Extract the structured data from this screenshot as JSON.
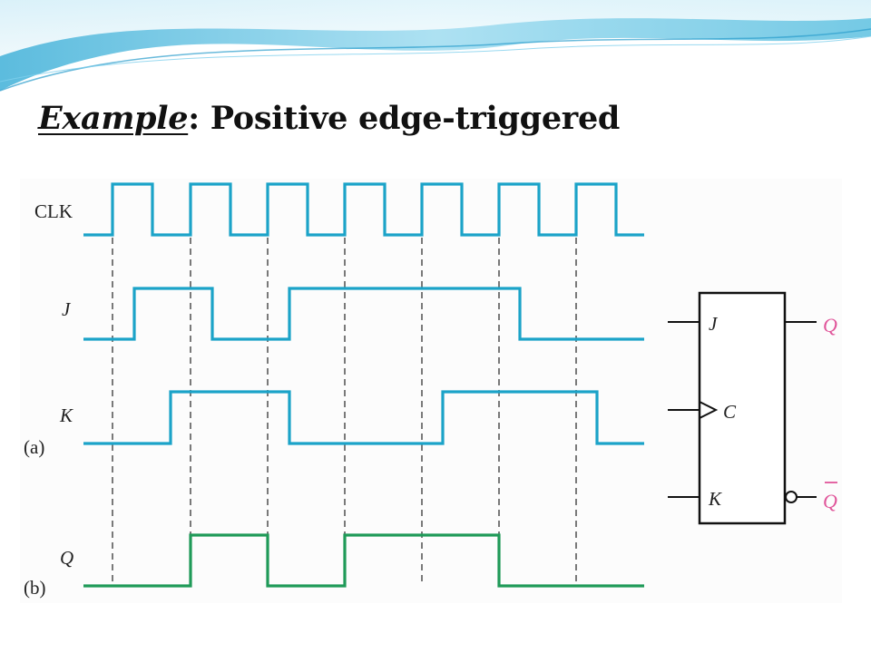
{
  "slide": {
    "title_emphasis": "Example",
    "title_rest": ": Positive edge-triggered"
  },
  "colors": {
    "input_wave": "#1ba3c8",
    "output_wave": "#1f9a58",
    "output_pin_label": "#e0559a",
    "title_text": "#111111",
    "header_wave": "#4cb9dc"
  },
  "timing": {
    "clk_label": "CLK",
    "j_label": "J",
    "k_label": "K",
    "q_label": "Q",
    "part_a_label": "(a)",
    "part_b_label": "(b)",
    "clock_edges": 7,
    "clk_periods": 7,
    "j_levels": [
      0,
      1,
      0,
      1,
      1,
      1,
      0,
      0
    ],
    "k_levels": [
      0,
      1,
      1,
      0,
      0,
      1,
      1,
      0
    ],
    "q_levels": [
      0,
      0,
      1,
      0,
      1,
      1,
      0,
      0
    ]
  },
  "flipflop": {
    "j_pin": "J",
    "c_pin": "C",
    "k_pin": "K",
    "q_out": "Q",
    "qbar_out": "Q"
  }
}
